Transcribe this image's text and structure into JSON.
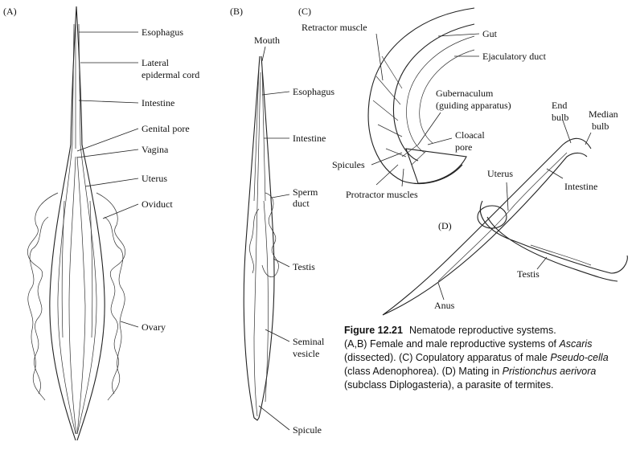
{
  "panels": {
    "a": "(A)",
    "b": "(B)",
    "c": "(C)",
    "d": "(D)"
  },
  "labels_a": {
    "esophagus": "Esophagus",
    "lateral_1": "Lateral",
    "lateral_2": "epidermal cord",
    "intestine": "Intestine",
    "genital_pore": "Genital pore",
    "vagina": "Vagina",
    "uterus": "Uterus",
    "oviduct": "Oviduct",
    "ovary": "Ovary"
  },
  "labels_b": {
    "mouth": "Mouth",
    "esophagus": "Esophagus",
    "intestine": "Intestine",
    "sperm_1": "Sperm",
    "sperm_2": "duct",
    "testis": "Testis",
    "seminal_1": "Seminal",
    "seminal_2": "vesicle",
    "spicule": "Spicule"
  },
  "labels_c": {
    "retractor": "Retractor muscle",
    "gut": "Gut",
    "ejaculatory": "Ejaculatory duct",
    "gubernaculum_1": "Gubernaculum",
    "gubernaculum_2": "(guiding apparatus)",
    "cloacal_1": "Cloacal",
    "cloacal_2": "pore",
    "spicules": "Spicules",
    "protractor": "Protractor muscles"
  },
  "labels_d": {
    "end_1": "End",
    "end_2": "bulb",
    "median_1": "Median",
    "median_2": "bulb",
    "uterus": "Uterus",
    "intestine": "Intestine",
    "testis": "Testis",
    "anus": "Anus"
  },
  "caption": {
    "figure_number": "Figure 12.21",
    "title": "Nematode reproductive systems.",
    "t1": "(A,B) Female and male reproductive systems of ",
    "ascaris": "Ascaris",
    "t2": " (dissected). (C) Copulatory apparatus of male ",
    "pseudocella": "Pseudo-cella",
    "t3": " (class Adenophorea). (D) Mating in ",
    "pristionchus": "Pristionchus aerivora",
    "t4": " (subclass Diplogasteria), a parasite of termites."
  }
}
